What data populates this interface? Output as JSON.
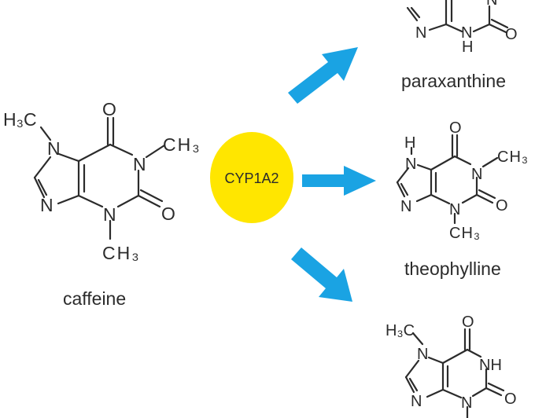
{
  "diagram": {
    "enzyme": {
      "label": "CYP1A2",
      "fill": "#ffe600"
    },
    "arrow_color": "#1aa3e3",
    "compounds": {
      "caffeine": {
        "name": "caffeine",
        "atoms": {
          "methyl_n7": "H₃C",
          "methyl_n1": "CH₃",
          "methyl_n3": "CH₃",
          "n7": "N",
          "n9": "N",
          "n1": "N",
          "n3": "N",
          "o6": "O",
          "o2": "O"
        }
      },
      "paraxanthine": {
        "name": "paraxanthine",
        "atoms": {
          "n9": "N",
          "n3h": "N",
          "h3": "H",
          "o2": "O",
          "n1_partial": "N"
        }
      },
      "theophylline": {
        "name": "theophylline",
        "atoms": {
          "h7": "H",
          "n7": "N",
          "n9": "N",
          "n1": "N",
          "n3": "N",
          "o6": "O",
          "o2": "O",
          "methyl_n1": "CH₃",
          "methyl_n3": "CH₃"
        }
      },
      "theobromine": {
        "atoms": {
          "methyl_n7": "H₃C",
          "n7": "N",
          "n9": "N",
          "nh": "NH",
          "n3": "N",
          "o6": "O",
          "o2": "O"
        }
      }
    }
  }
}
